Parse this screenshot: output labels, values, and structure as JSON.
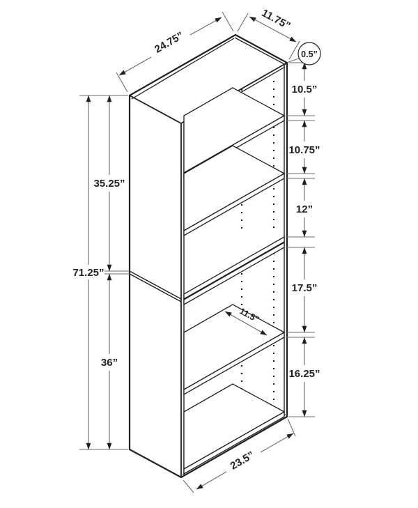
{
  "drawing": {
    "units": "inches",
    "colors": {
      "line": "#231f20",
      "dimension_line": "#6a6b6d",
      "background": "#ffffff"
    },
    "labels": {
      "top_width": "24.75”",
      "top_depth": "11.75”",
      "thickness": "0.5”",
      "opening1": "10.5”",
      "opening2": "10.75”",
      "opening3": "12”",
      "opening4": "17.5”",
      "opening5": "16.25”",
      "upper_height": "35.25”",
      "total_height": "71.25”",
      "lower_height": "36”",
      "shelf_depth": "11.5”",
      "base_width": "23.5”"
    }
  }
}
